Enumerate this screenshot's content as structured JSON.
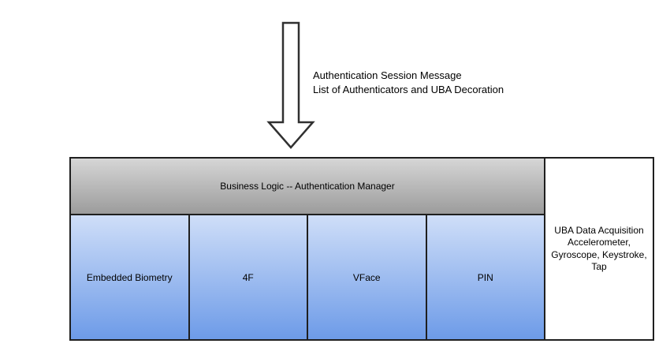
{
  "colors": {
    "border": "#1f1f1f",
    "gray_top": "#d6d6d6",
    "gray_bottom": "#9c9c9c",
    "blue_top": "#cfdef8",
    "blue_bottom": "#6d9be8",
    "background": "#ffffff"
  },
  "annotation": {
    "line1": "Authentication Session Message",
    "line2": "List of Authenticators and UBA Decoration"
  },
  "diagram": {
    "header": {
      "label": "Business Logic -- Authentication Manager"
    },
    "authenticators": [
      {
        "label": "Embedded Biometry"
      },
      {
        "label": "4F"
      },
      {
        "label": "VFace"
      },
      {
        "label": "PIN"
      }
    ],
    "uba_box": {
      "line1": "UBA Data Acquisition",
      "line2": "Accelerometer,",
      "line3": "Gyroscope, Keystroke,",
      "line4": "Tap"
    }
  }
}
